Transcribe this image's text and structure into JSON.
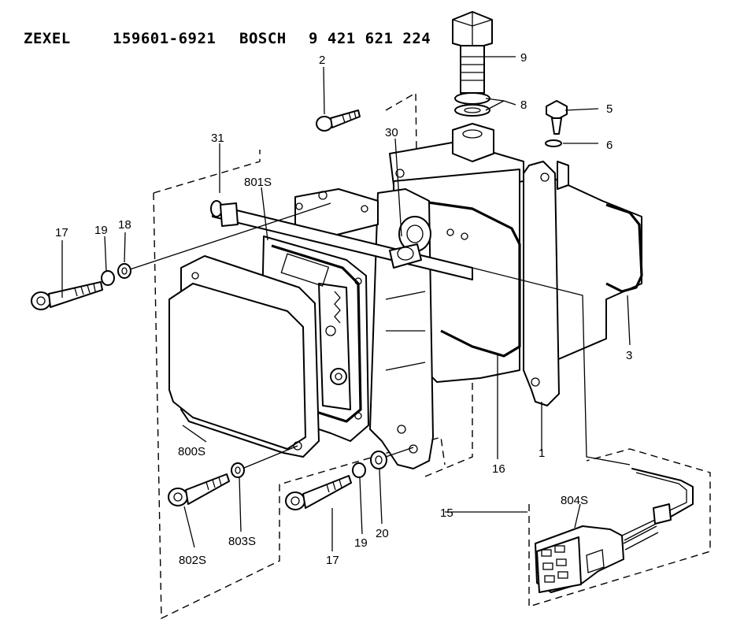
{
  "header": {
    "maker_1": "ZEXEL",
    "part_no_1": "159601-6921",
    "maker_2": "BOSCH",
    "part_no_2": "9 421 621 224"
  },
  "callouts": {
    "c2": "2",
    "c9": "9",
    "c8": "8",
    "c5": "5",
    "c6": "6",
    "c31": "31",
    "c30": "30",
    "c801S": "801S",
    "c17a": "17",
    "c19a": "19",
    "c18": "18",
    "c3": "3",
    "c16": "16",
    "c1": "1",
    "c15": "15",
    "c800S": "800S",
    "c803S": "803S",
    "c802S": "802S",
    "c17b": "17",
    "c19b": "19",
    "c20": "20",
    "c804S": "804S"
  }
}
